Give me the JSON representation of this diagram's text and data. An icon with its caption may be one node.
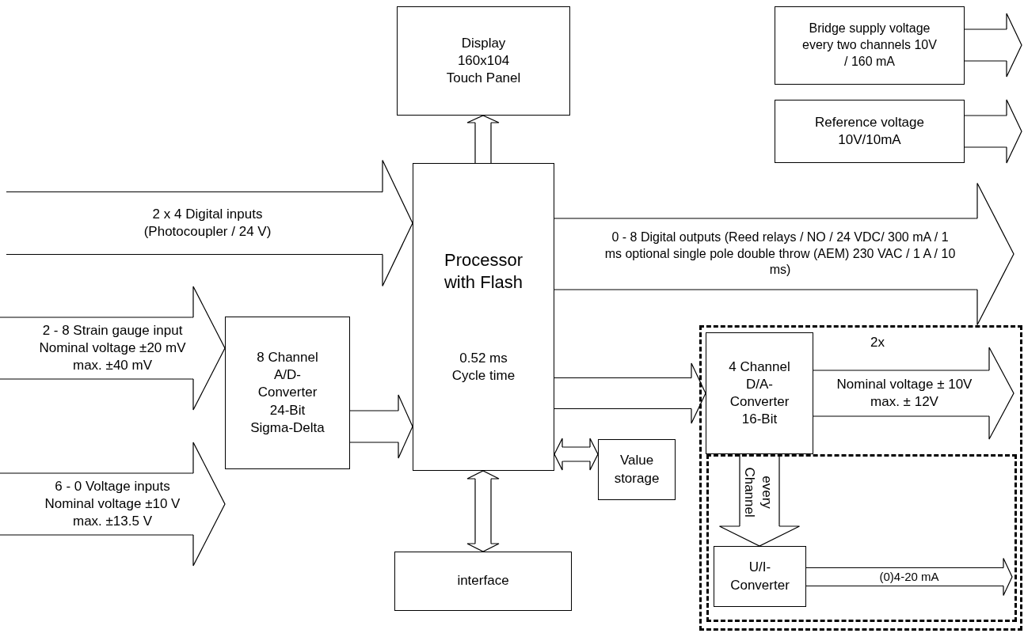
{
  "diagram": {
    "nodes": [
      {
        "text": [
          "Display 160x104 Touch Panel"
        ]
      },
      {
        "text": [
          "Bridge supply voltage every two channels 10V / 160 mA"
        ]
      },
      {
        "text": [
          "Reference voltage 10V/10mA"
        ]
      },
      {
        "text": [
          "Processor with Flash",
          "0.52 ms Cycle time"
        ]
      },
      {
        "text": [
          "8 Channel A/D-Converter 24-Bit Sigma-Delta"
        ]
      },
      {
        "text": [],
        "shape": "box"
      },
      {
        "text": [
          "4 Channel D/A-Converter 16-Bit"
        ],
        "in": 5
      },
      {
        "text": [],
        "shape": "box",
        "in": 5
      },
      {
        "text": [
          "U/I-Converter"
        ],
        "in": 7
      },
      {
        "text": [
          "Value storage"
        ]
      },
      {
        "text": [
          "interface"
        ]
      }
    ],
    "edges": [
      {
        "from": null,
        "to": 3,
        "arrow": "to",
        "label": "2 x 4 Digital inputs (Photocoupler / 24 V)"
      },
      {
        "from": null,
        "to": 4,
        "arrow": "to",
        "label": "2 - 8 Strain gauge input Nominal voltage ±20 mV max. ±40 mV"
      },
      {
        "from": null,
        "to": 4,
        "arrow": "to",
        "label": "6 - 0 Voltage inputs Nominal voltage ±10 V max. ±13.5 V"
      },
      {
        "from": 4,
        "to": 3,
        "arrow": "to"
      },
      {
        "from": 3,
        "to": 0,
        "arrow": "to"
      },
      {
        "from": 3,
        "to": null,
        "arrow": "to",
        "label": "0 - 8 Digital outputs (Reed relays / NO / 24 VDC/ 300 mA / 1 ms optional single pole double throw (AEM) 230 VAC / 1 A / 10 ms)"
      },
      {
        "from": 3,
        "to": 6,
        "arrow": "to"
      },
      {
        "from": 3,
        "to": 9,
        "arrow": "both"
      },
      {
        "from": 3,
        "to": 10,
        "arrow": "both"
      },
      {
        "from": 6,
        "to": null,
        "arrow": "to",
        "label": "Nominal voltage ± 10V max. ± 12V"
      },
      {
        "from": 6,
        "to": 8,
        "arrow": "to",
        "label": "every Channel"
      },
      {
        "from": 8,
        "to": null,
        "arrow": "to",
        "label": "(0)4-20 mA"
      },
      {
        "from": 1,
        "to": null,
        "arrow": "to"
      },
      {
        "from": 2,
        "to": null,
        "arrow": "to"
      }
    ],
    "labels": [
      "2x"
    ]
  }
}
